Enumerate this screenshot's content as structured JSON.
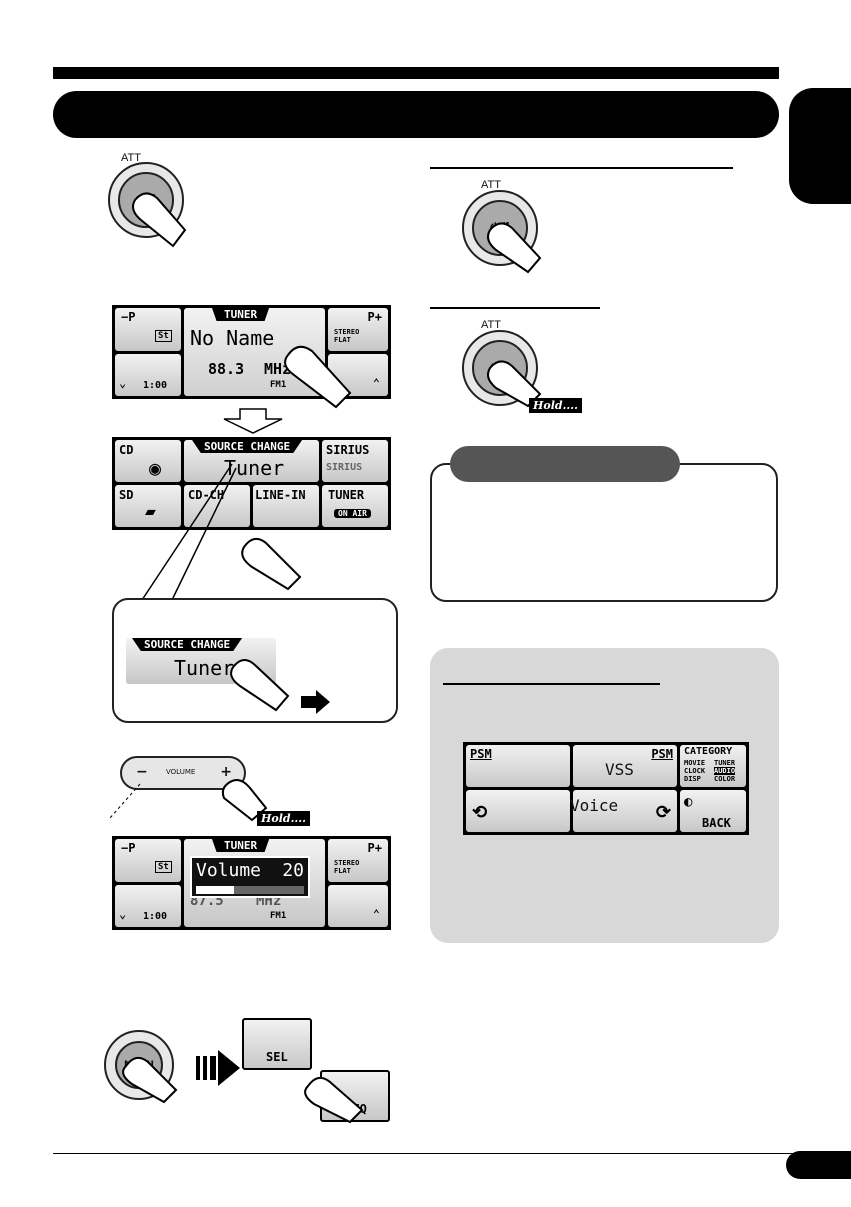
{
  "buttons": {
    "att_label": "ATT",
    "power_symbol": "⏻/I",
    "menu_label": "MENU",
    "volume_label": "VOLUME",
    "minus": "−",
    "plus": "+",
    "hold": "Hold...."
  },
  "tuner_screen": {
    "preset_minus": "−P",
    "preset_plus": "P+",
    "st": "St",
    "header": "TUNER",
    "station_name": "No Name",
    "frequency": "88.3",
    "unit": "MHz",
    "time": "1:00",
    "band": "FM1",
    "stereo": "STEREO",
    "sound": "FLAT"
  },
  "source_screen": {
    "cd": "CD",
    "header": "SOURCE CHANGE",
    "source": "Tuner",
    "sirius": "SIRIUS",
    "sirius_logo": "SIRIUS",
    "sd": "SD",
    "cdch": "CD-CH",
    "linein": "LINE-IN",
    "tuner": "TUNER",
    "onair": "ON AIR"
  },
  "callout": {
    "header": "SOURCE CHANGE",
    "source": "Tuner"
  },
  "volume_screen": {
    "preset_minus": "−P",
    "preset_plus": "P+",
    "st": "St",
    "header": "TUNER",
    "volume_text": "Volume",
    "volume_value": "20",
    "freq": "87.5",
    "unit": "MHz",
    "time": "1:00",
    "band": "FM1",
    "stereo": "STEREO",
    "sound": "FLAT"
  },
  "volume_level_fraction": 0.35,
  "menu_keys": {
    "sel": "SEL",
    "ieq": "i-EQ"
  },
  "vss_screen": {
    "psm_left": "PSM",
    "psm_right": "PSM",
    "category": "CATEGORY",
    "movie": "MOVIE",
    "tuner": "TUNER",
    "clock": "CLOCK",
    "audio": "AUDIO",
    "disp": "DISP",
    "color": "COLOR",
    "item": "VSS",
    "value": "Voice",
    "back": "BACK"
  }
}
